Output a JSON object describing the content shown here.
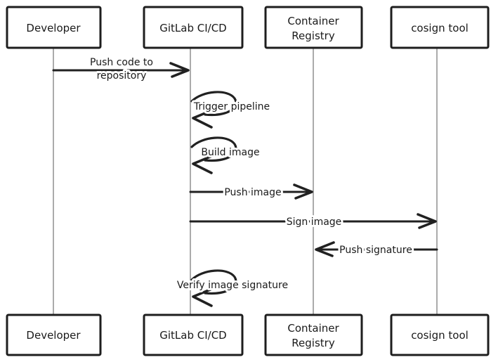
{
  "diagram": {
    "type": "sequence-diagram",
    "style": "hand-drawn",
    "background_color": "#ffffff",
    "box_border_color": "#1e1e1e",
    "message_line_color": "#212121",
    "lifeline_color": "#8f8f8f",
    "text_color": "#1a1a1a",
    "participants": [
      {
        "id": "developer",
        "label": "Developer",
        "lines": [
          "Developer"
        ]
      },
      {
        "id": "gitlab-cicd",
        "label": "GitLab CI/CD",
        "lines": [
          "GitLab CI/CD"
        ]
      },
      {
        "id": "container-registry",
        "label": "Container Registry",
        "lines": [
          "Container",
          "Registry"
        ]
      },
      {
        "id": "cosign-tool",
        "label": "cosign tool",
        "lines": [
          "cosign tool"
        ]
      }
    ],
    "messages": [
      {
        "n": 1,
        "label": "Push code to repository",
        "lines": [
          "Push code to",
          "repository"
        ],
        "from": "developer",
        "to": "gitlab-cicd",
        "kind": "arrow"
      },
      {
        "n": 2,
        "label": "Trigger pipeline",
        "from": "gitlab-cicd",
        "to": "gitlab-cicd",
        "kind": "self-loop"
      },
      {
        "n": 3,
        "label": "Build image",
        "from": "gitlab-cicd",
        "to": "gitlab-cicd",
        "kind": "self-loop"
      },
      {
        "n": 4,
        "label": "Push image",
        "from": "gitlab-cicd",
        "to": "container-registry",
        "kind": "arrow"
      },
      {
        "n": 5,
        "label": "Sign image",
        "from": "gitlab-cicd",
        "to": "cosign-tool",
        "kind": "arrow"
      },
      {
        "n": 6,
        "label": "Push signature",
        "from": "cosign-tool",
        "to": "container-registry",
        "kind": "arrow"
      },
      {
        "n": 7,
        "label": "Verify image signature",
        "from": "gitlab-cicd",
        "to": "gitlab-cicd",
        "kind": "self-loop"
      }
    ]
  }
}
